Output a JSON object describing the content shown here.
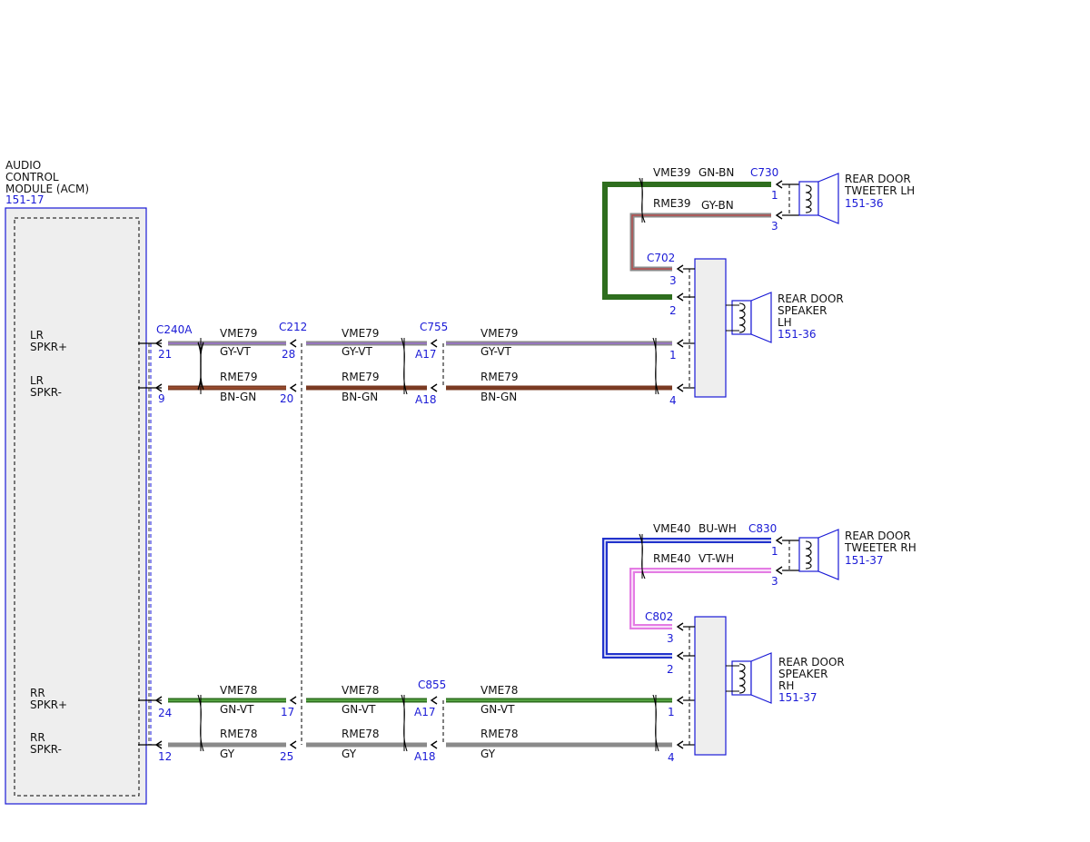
{
  "colors": {
    "ref_blue": "#1a1ad6",
    "box_fill": "#eeeeee",
    "gray": "#8a8a8a",
    "violet": "#9b6fd0",
    "brown": "#7a3a22",
    "brown_light": "#b25a38",
    "green": "#2e6e1e",
    "green_light": "#5fb04a",
    "red_stripe": "#c04040",
    "blue_wire": "#2233cc",
    "pink": "#e47ce4"
  },
  "acm": {
    "title_line1": "AUDIO",
    "title_line2": "CONTROL",
    "title_line3": "MODULE (ACM)",
    "ref": "151-17",
    "pins": {
      "lr_plus_a": "LR",
      "lr_plus_b": "SPKR+",
      "lr_minus_a": "LR",
      "lr_minus_b": "SPKR-",
      "rr_plus_a": "RR",
      "rr_plus_b": "SPKR+",
      "rr_minus_a": "RR",
      "rr_minus_b": "SPKR-"
    }
  },
  "connectors": {
    "c240a": "C240A",
    "c212": "C212",
    "c755": "C755",
    "c855": "C855",
    "c702": "C702",
    "c802": "C802",
    "c730": "C730",
    "c830": "C830"
  },
  "upper": {
    "pin_21": "21",
    "pin_9": "9",
    "pin_28": "28",
    "pin_20": "20",
    "pin_a17": "A17",
    "pin_a18": "A18",
    "pin_spk_1": "1",
    "pin_spk_4": "4",
    "pin_spk_3": "3",
    "pin_spk_2": "2",
    "pin_tw_1": "1",
    "pin_tw_3": "3",
    "vme79": "VME79",
    "gy_vt": "GY-VT",
    "rme79": "RME79",
    "bn_gn": "BN-GN",
    "vme39": "VME39",
    "gn_bn": "GN-BN",
    "rme39": "RME39",
    "gy_bn": "GY-BN",
    "speaker_line1": "REAR DOOR",
    "speaker_line2": "SPEAKER",
    "speaker_line3": "LH",
    "speaker_ref": "151-36",
    "tweeter_line1": "REAR DOOR",
    "tweeter_line2": "TWEETER LH",
    "tweeter_ref": "151-36"
  },
  "lower": {
    "pin_24": "24",
    "pin_12": "12",
    "pin_17": "17",
    "pin_25": "25",
    "pin_a17": "A17",
    "pin_a18": "A18",
    "pin_spk_1": "1",
    "pin_spk_4": "4",
    "pin_spk_3": "3",
    "pin_spk_2": "2",
    "pin_tw_1": "1",
    "pin_tw_3": "3",
    "vme78": "VME78",
    "gn_vt": "GN-VT",
    "rme78": "RME78",
    "gy": "GY",
    "vme40": "VME40",
    "bu_wh": "BU-WH",
    "rme40": "RME40",
    "vt_wh": "VT-WH",
    "speaker_line1": "REAR DOOR",
    "speaker_line2": "SPEAKER",
    "speaker_line3": "RH",
    "speaker_ref": "151-37",
    "tweeter_line1": "REAR DOOR",
    "tweeter_line2": "TWEETER RH",
    "tweeter_ref": "151-37"
  }
}
